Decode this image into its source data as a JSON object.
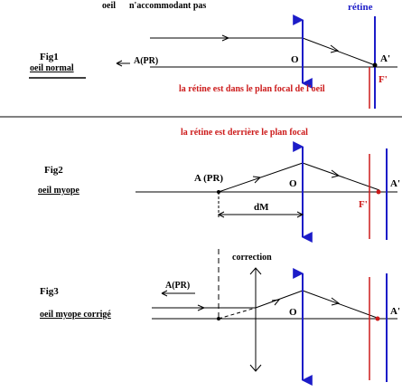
{
  "colors": {
    "ink": "#000000",
    "retina": "#1c1cc8",
    "lens": "#1c1cc8",
    "focal_red": "#cc1a1a"
  },
  "fig1": {
    "header_oeil": "oeil",
    "header_text": "n'accommodant pas",
    "retine_label": "rétine",
    "fig_label": "Fig1",
    "eye_label": "oeil normal",
    "point_apr": "A(PR)",
    "point_o": "O",
    "point_a_prime": "A'",
    "point_f_prime": "F'",
    "caption": "la rétine est dans le plan focal de l'oeil"
  },
  "fig2": {
    "caption": "la rétine est derrière le plan focal",
    "fig_label": "Fig2",
    "eye_label": "oeil myope",
    "point_apr": "A (PR)",
    "point_o": "O",
    "point_a_prime": "A'",
    "point_f_prime": "F'",
    "distance_label": "dM"
  },
  "fig3": {
    "correction_label": "correction",
    "fig_label": "Fig3",
    "eye_label": "oeil myope corrigé",
    "point_apr": "A(PR)",
    "point_o": "O",
    "point_a_prime": "A'"
  }
}
